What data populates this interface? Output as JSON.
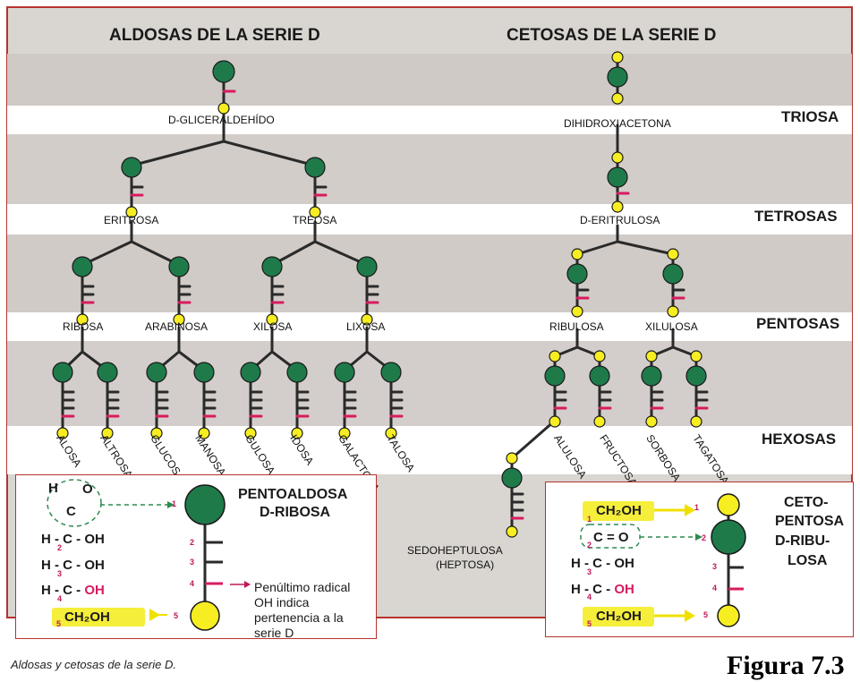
{
  "titles": {
    "aldoses": "ALDOSAS DE LA SERIE D",
    "ketoses": "CETOSAS DE LA SERIE D"
  },
  "levels": [
    "TRIOSA",
    "TETROSAS",
    "PENTOSAS",
    "HEXOSAS"
  ],
  "aldoses": {
    "triose": "D-GLICERALDEHÍDO",
    "tetroses": [
      "ERITROSA",
      "TREOSA"
    ],
    "pentoses": [
      "RIBOSA",
      "ARABINOSA",
      "XILOSA",
      "LIXOSA"
    ],
    "hexoses": [
      "ALOSA",
      "ALTROSA",
      "GLUCOSA",
      "MANOSA",
      "GULOSA",
      "IDOSA",
      "GALACTOSA",
      "TALOSA"
    ]
  },
  "ketoses": {
    "triose": "DIHIDROXIACETONA",
    "tetrose": "D-ERITRULOSA",
    "pentoses": [
      "RIBULOSA",
      "XILULOSA"
    ],
    "hexoses": [
      "ALULOSA",
      "FRUCTOSA",
      "SORBOSA",
      "TAGATOSA"
    ],
    "heptose": "SEDOHEPTULOSA",
    "heptose_note": "(HEPTOSA)"
  },
  "legend_aldose": {
    "title_line1": "PENTOALDOSA",
    "title_line2": "D-RIBOSA",
    "formula": {
      "c1_h": "H",
      "c1_c": "C",
      "c1_o": "O",
      "c1_eq": "=",
      "row2": "H - C - OH",
      "row3": "H - C - OH",
      "row4_left": "H - C -",
      "row4_oh": "OH",
      "row5": "CH₂OH"
    },
    "numbers": [
      "1",
      "2",
      "3",
      "4",
      "5"
    ],
    "note": "Penúltimo radical OH indica pertenencia a la serie D"
  },
  "legend_ketose": {
    "title_lines": [
      "CETO-",
      "PENTOSA",
      "D-RIBU-",
      "LOSA"
    ],
    "formula": {
      "row1": "CH₂OH",
      "row2": "C = O",
      "row3": "H - C - OH",
      "row4_left": "H - C -",
      "row4_oh": "OH",
      "row5": "CH₂OH"
    },
    "numbers": [
      "1",
      "2",
      "3",
      "4",
      "5"
    ]
  },
  "caption": "Aldosas y cetosas de la serie D.",
  "figure_ref": "Figura 7.3",
  "colors": {
    "green": "#1f7a4a",
    "yellow": "#f7ee22",
    "magenta": "#d81b60",
    "frame": "#b5332d",
    "band": "#d8d4d0"
  }
}
